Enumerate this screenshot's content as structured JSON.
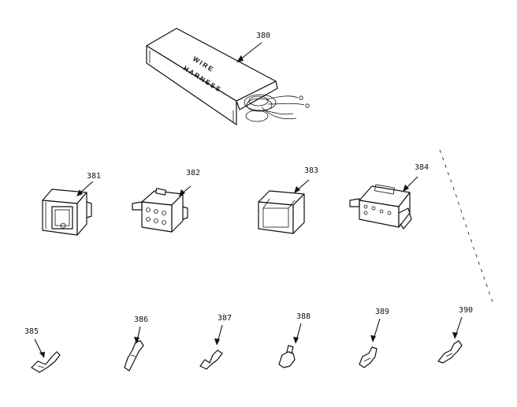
{
  "harness": {
    "stamp_line1": "WIRE",
    "stamp_line2": "HARNESS"
  },
  "parts": [
    {
      "id": "p380",
      "number": "380"
    },
    {
      "id": "p381",
      "number": "381"
    },
    {
      "id": "p382",
      "number": "382"
    },
    {
      "id": "p383",
      "number": "383"
    },
    {
      "id": "p384",
      "number": "384"
    },
    {
      "id": "p385",
      "number": "385"
    },
    {
      "id": "p386",
      "number": "386"
    },
    {
      "id": "p387",
      "number": "387"
    },
    {
      "id": "p388",
      "number": "388"
    },
    {
      "id": "p389",
      "number": "389"
    },
    {
      "id": "p390",
      "number": "390"
    }
  ]
}
